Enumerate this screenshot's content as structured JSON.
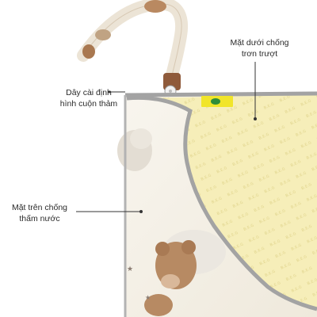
{
  "labels": {
    "strap": {
      "line1": "Dây cài định",
      "line2": "hình cuộn thảm"
    },
    "bottom_side": {
      "line1": "Mặt dưới chống",
      "line2": "trơn trượt"
    },
    "top_side": {
      "line1": "Mặt trên chống",
      "line2": "thấm nước"
    }
  },
  "colors": {
    "background": "#ffffff",
    "mat_top": "#f5f1e8",
    "mat_bottom": "#f6eeb9",
    "binding": "#9c9c9c",
    "tag": "#f1e52a",
    "leader_line": "#333333"
  },
  "brand_tag": {
    "color": "#c8d635"
  }
}
